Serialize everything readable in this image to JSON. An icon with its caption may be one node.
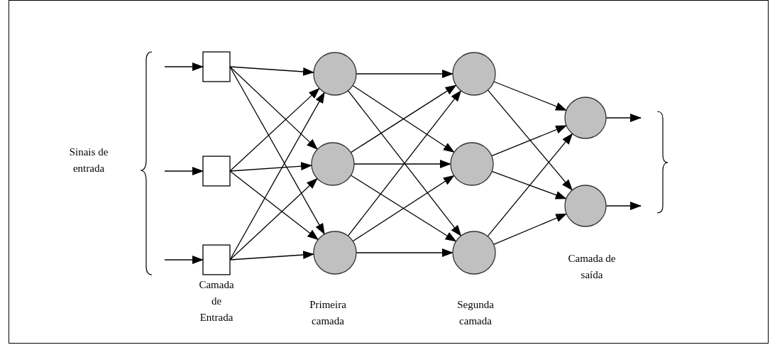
{
  "diagram": {
    "nodes": [
      {
        "text": [],
        "shape": "box"
      },
      {
        "text": [],
        "shape": "box"
      },
      {
        "text": [],
        "shape": "box"
      },
      {
        "text": [],
        "shape": "circle"
      },
      {
        "text": [],
        "shape": "circle"
      },
      {
        "text": [],
        "shape": "circle"
      },
      {
        "text": [],
        "shape": "circle"
      },
      {
        "text": [],
        "shape": "circle"
      },
      {
        "text": [],
        "shape": "circle"
      },
      {
        "text": [],
        "shape": "circle"
      },
      {
        "text": [],
        "shape": "circle"
      }
    ],
    "edges": [
      {
        "from": null,
        "to": 0,
        "arrow": "to"
      },
      {
        "from": null,
        "to": 1,
        "arrow": "to"
      },
      {
        "from": null,
        "to": 2,
        "arrow": "to"
      },
      {
        "from": 0,
        "to": 3,
        "arrow": "to"
      },
      {
        "from": 0,
        "to": 4,
        "arrow": "to"
      },
      {
        "from": 0,
        "to": 5,
        "arrow": "to"
      },
      {
        "from": 1,
        "to": 3,
        "arrow": "to"
      },
      {
        "from": 1,
        "to": 4,
        "arrow": "to"
      },
      {
        "from": 1,
        "to": 5,
        "arrow": "to"
      },
      {
        "from": 2,
        "to": 3,
        "arrow": "to"
      },
      {
        "from": 2,
        "to": 4,
        "arrow": "to"
      },
      {
        "from": 2,
        "to": 5,
        "arrow": "to"
      },
      {
        "from": 3,
        "to": 6,
        "arrow": "to"
      },
      {
        "from": 3,
        "to": 7,
        "arrow": "to"
      },
      {
        "from": 3,
        "to": 8,
        "arrow": "to"
      },
      {
        "from": 4,
        "to": 6,
        "arrow": "to"
      },
      {
        "from": 4,
        "to": 7,
        "arrow": "to"
      },
      {
        "from": 4,
        "to": 8,
        "arrow": "to"
      },
      {
        "from": 5,
        "to": 6,
        "arrow": "to"
      },
      {
        "from": 5,
        "to": 7,
        "arrow": "to"
      },
      {
        "from": 5,
        "to": 8,
        "arrow": "to"
      },
      {
        "from": 6,
        "to": 9,
        "arrow": "to"
      },
      {
        "from": 6,
        "to": 10,
        "arrow": "to"
      },
      {
        "from": 7,
        "to": 9,
        "arrow": "to"
      },
      {
        "from": 7,
        "to": 10,
        "arrow": "to"
      },
      {
        "from": 8,
        "to": 9,
        "arrow": "to"
      },
      {
        "from": 8,
        "to": 10,
        "arrow": "to"
      },
      {
        "from": 9,
        "to": null,
        "arrow": "to"
      },
      {
        "from": 10,
        "to": null,
        "arrow": "to"
      }
    ],
    "labels": [
      "Sinais de entrada",
      "Camada de Entrada",
      "Primeira camada",
      "Segunda camada",
      "Camada de saída"
    ]
  }
}
